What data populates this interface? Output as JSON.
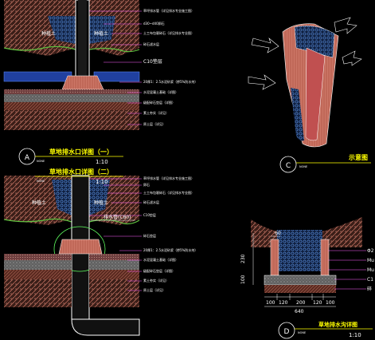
{
  "panels": {
    "a": {
      "marker": "A",
      "title": "草地排水口详图（一）",
      "scale": "1:10",
      "tag": "NONE",
      "soil_label_left": "种植土",
      "soil_label_right": "种植土",
      "callouts": [
        "草坪排水管（详见排水专业施工图）",
        "d30~d40卵石",
        "土工布包裹碎石（详见排水专业图）",
        "碎石滤水层",
        "C10垫层",
        "20厚1：2.5水泥砂浆（掺5%防水剂）",
        "水泥混凝土基础（详图）",
        "级配碎石垫层（详图）",
        "素土夯实（详见）",
        "原土层（详见）"
      ]
    },
    "b": {
      "title": "草地排水口详图（二）",
      "scale": "1:10",
      "tag": "NONE",
      "soil_label_left": "种植土",
      "soil_label_right": "种植土",
      "pipe_label": "排水管(C80)",
      "callouts": [
        "草坪排水管（详见排水专业施工图）",
        "卵石",
        "土工布包裹碎石（详见排水专业图）",
        "碎石滤水层",
        "C10垫层",
        "碎石垫层",
        "20厚1：2.5水泥砂浆（掺5%防水剂）",
        "水泥混凝土基础（详图）",
        "级配碎石垫层（详图）",
        "素土夯实（详见）",
        "原土层（详见）"
      ]
    },
    "c": {
      "marker": "C",
      "title": "示意图",
      "tag": "NONE"
    },
    "d": {
      "marker": "D",
      "title": "草地排水沟详图",
      "scale": "1:10",
      "tag": "NONE",
      "right_labels": [
        "Φ2",
        "Mu",
        "Mu",
        "C1",
        "碎"
      ],
      "top_dim": "60",
      "left_dims": [
        "230",
        "100"
      ],
      "bottom_dims": [
        "100",
        "120",
        "200",
        "120",
        "100"
      ],
      "total_dim": "640"
    }
  },
  "colors": {
    "background": "#000000",
    "text": "#ffffff",
    "title": "#ffff00",
    "soil": "#c07060",
    "gravel": "#3a70c0",
    "grass": "#60c040",
    "concrete": "#d0d0d0",
    "pipe": "#ffffff",
    "leader": "#ff60ff"
  }
}
